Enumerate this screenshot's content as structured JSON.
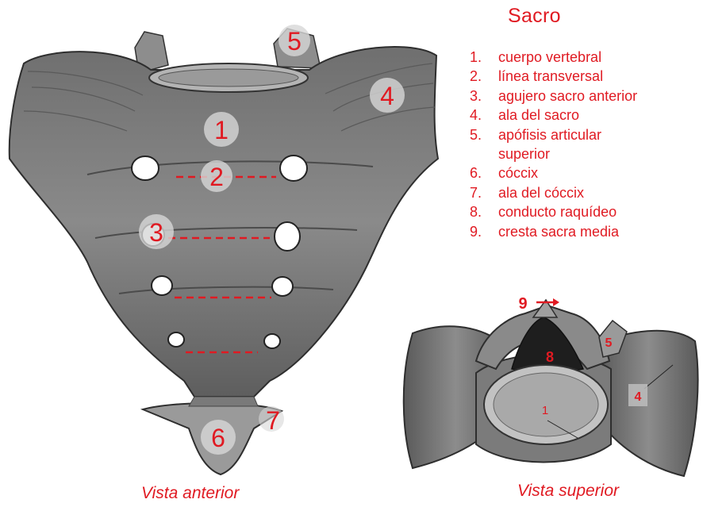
{
  "title": "Sacro",
  "legend": [
    {
      "num": "1.",
      "text": "cuerpo vertebral"
    },
    {
      "num": "2.",
      "text": "línea transversal"
    },
    {
      "num": "3.",
      "text": "agujero sacro anterior"
    },
    {
      "num": "4.",
      "text": "ala del sacro"
    },
    {
      "num": "5.",
      "text": "apófisis articular"
    },
    {
      "num": "",
      "text": "superior"
    },
    {
      "num": "6.",
      "text": "cóccix"
    },
    {
      "num": "7.",
      "text": "ala  del cóccix"
    },
    {
      "num": "8.",
      "text": "conducto raquídeo"
    },
    {
      "num": "9.",
      "text": "cresta sacra media"
    }
  ],
  "captions": {
    "anterior": "Vista anterior",
    "superior": "Vista superior"
  },
  "anterior_markers": [
    "1",
    "2",
    "3",
    "4",
    "5",
    "6",
    "7"
  ],
  "superior_markers": [
    "1",
    "4",
    "5",
    "8",
    "9"
  ],
  "colors": {
    "accent": "#e01a22",
    "bone": "#8e8e8e",
    "bone_dark": "#4a4a4a"
  }
}
